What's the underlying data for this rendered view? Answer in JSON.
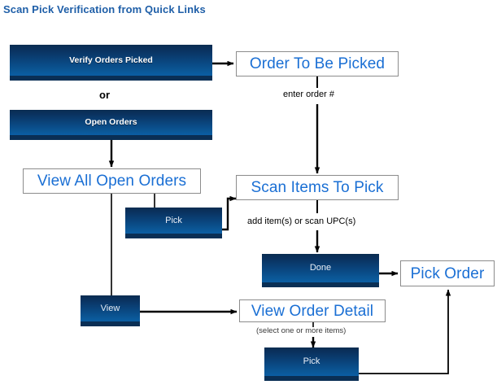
{
  "title": "Scan Pick Verification from Quick Links",
  "colors": {
    "title_blue": "#1f5fa8",
    "screen_text_blue": "#1a6fd4",
    "button_gradient_top": "#0a2c51",
    "button_gradient_bottom": "#0b5ea4",
    "button_foot": "#0a2f55",
    "box_border_gray": "#8c8c8c",
    "connector_black": "#000000",
    "background": "#ffffff"
  },
  "buttons": {
    "verify_orders_picked": "Verify Orders Picked",
    "open_orders": "Open Orders",
    "pick_from_open_orders": "Pick",
    "done": "Done",
    "view": "View",
    "pick_from_order_detail": "Pick"
  },
  "screens": {
    "order_to_be_picked": "Order To Be Picked",
    "view_all_open_orders": "View All Open Orders",
    "scan_items_to_pick": "Scan Items To Pick",
    "pick_order": "Pick Order",
    "view_order_detail": "View Order Detail"
  },
  "notes": {
    "or": "or",
    "enter_order_number": "enter order #",
    "add_items_or_scan_upcs": "add item(s) or scan UPC(s)",
    "select_one_or_more_items": "(select one or more items)"
  },
  "flow_edges": [
    {
      "from": "verify_orders_picked",
      "to": "order_to_be_picked",
      "label": ""
    },
    {
      "from": "order_to_be_picked",
      "to": "scan_items_to_pick",
      "label": "enter order #"
    },
    {
      "from": "open_orders",
      "to": "view_all_open_orders",
      "label": ""
    },
    {
      "from": "view_all_open_orders",
      "to": "pick_from_open_orders",
      "label": ""
    },
    {
      "from": "pick_from_open_orders",
      "to": "scan_items_to_pick",
      "label": ""
    },
    {
      "from": "view_all_open_orders",
      "to": "view",
      "label": ""
    },
    {
      "from": "scan_items_to_pick",
      "to": "done",
      "label": "add item(s) or scan UPC(s)"
    },
    {
      "from": "done",
      "to": "pick_order",
      "label": ""
    },
    {
      "from": "view",
      "to": "view_order_detail",
      "label": ""
    },
    {
      "from": "view_order_detail",
      "to": "pick_from_order_detail",
      "label": "(select one or more items)"
    },
    {
      "from": "pick_from_order_detail",
      "to": "pick_order",
      "label": ""
    }
  ]
}
